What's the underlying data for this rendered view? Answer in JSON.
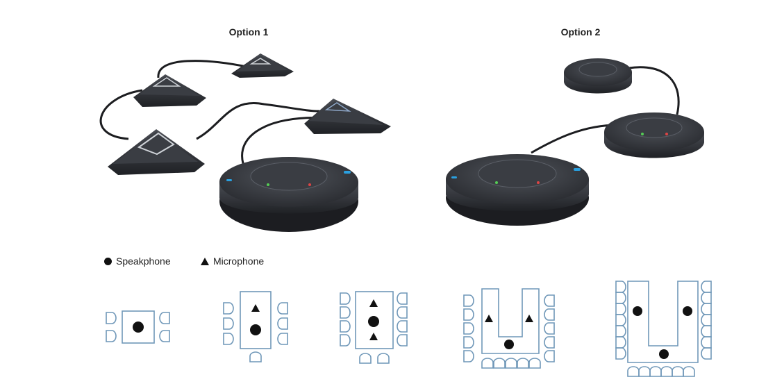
{
  "options": [
    {
      "title": "Option 1"
    },
    {
      "title": "Option 2"
    }
  ],
  "legend": {
    "speakphone_label": "Speakphone",
    "microphone_label": "Microphone"
  },
  "colors": {
    "table_stroke": "#6f97b8",
    "device_body": "#2e3035",
    "device_top": "#3c3f45",
    "marker": "#111111",
    "led_blue": "#2aa0e0"
  }
}
